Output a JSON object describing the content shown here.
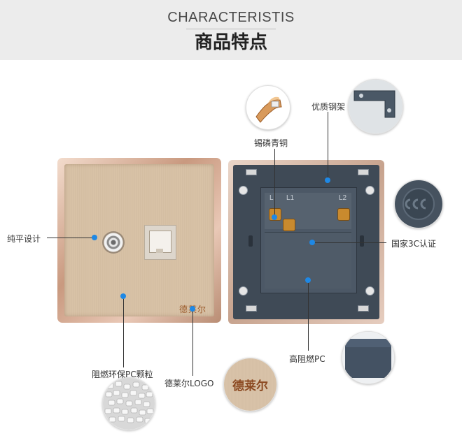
{
  "header": {
    "title_en": "CHARACTERISTIS",
    "title_cn": "商品特点"
  },
  "product": {
    "brand_logo": "德莱尔",
    "right_markings": {
      "l": "L",
      "l1": "L1",
      "l2": "L2"
    }
  },
  "callouts": {
    "flat_design": "纯平设计",
    "flame_pellets": "阻燃环保PC颗粒",
    "brand_logo": "德莱尔LOGO",
    "phosphor_bronze": "锡磷青铜",
    "steel_frame": "优质钢架",
    "cert_3c": "国家3C认证",
    "flame_pc": "高阻燃PC"
  },
  "logo_bubble_text": "德莱尔",
  "colors": {
    "accent_dot": "#1e88e5",
    "header_bg": "#ececec",
    "panel_gold": "#d8c2a8",
    "back_slate": "#3f4a56",
    "copper": "#c98a2e"
  }
}
